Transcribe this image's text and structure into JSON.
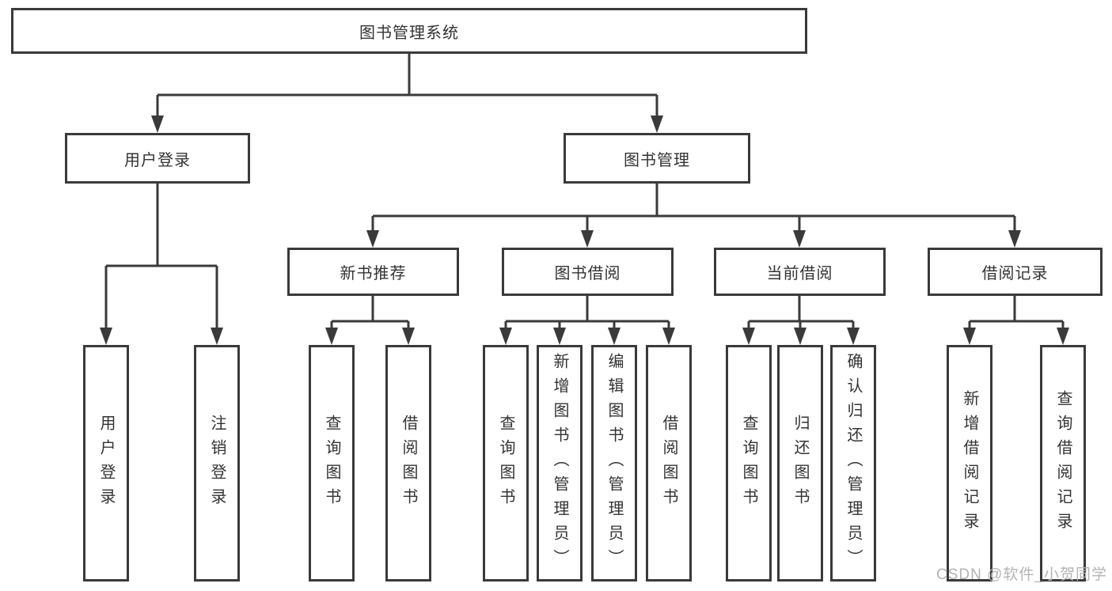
{
  "tree": {
    "root": {
      "label": "图书管理系统",
      "children": [
        {
          "label": "用户登录",
          "children": [
            {
              "label": "用户登录"
            },
            {
              "label": "注销登录"
            }
          ]
        },
        {
          "label": "图书管理",
          "children": [
            {
              "label": "新书推荐",
              "children": [
                {
                  "label": "查询图书"
                },
                {
                  "label": "借阅图书"
                }
              ]
            },
            {
              "label": "图书借阅",
              "children": [
                {
                  "label": "查询图书"
                },
                {
                  "label": "新增图书（管理员）"
                },
                {
                  "label": "编辑图书（管理员）"
                },
                {
                  "label": "借阅图书"
                }
              ]
            },
            {
              "label": "当前借阅",
              "children": [
                {
                  "label": "查询图书"
                },
                {
                  "label": "归还图书"
                },
                {
                  "label": "确认归还（管理员）"
                }
              ]
            },
            {
              "label": "借阅记录",
              "children": [
                {
                  "label": "新增借阅记录"
                },
                {
                  "label": "查询借阅记录"
                }
              ]
            }
          ]
        }
      ]
    }
  },
  "watermark": "CSDN @软件_小贺同学",
  "colors": {
    "line": "#3a3a3a",
    "box_border": "#3a3a3a",
    "box_fill": "#ffffff",
    "text": "#333333",
    "watermark": "#b3b3b3",
    "background": "#ffffff"
  }
}
